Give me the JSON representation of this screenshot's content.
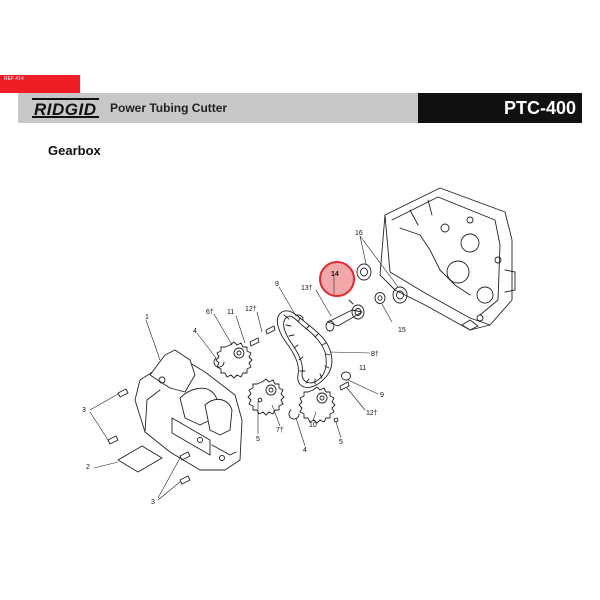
{
  "ref_tag": "REF #14",
  "header": {
    "brand": "RIDGID",
    "product": "Power Tubing Cutter",
    "model": "PTC-400"
  },
  "section_title": "Gearbox",
  "colors": {
    "ref_tag_bg": "#ee1c24",
    "highlight_fill": "#f2a8a8",
    "highlight_stroke": "#e8262e",
    "model_bg": "#111111",
    "header_bg": "#c8c8c8"
  },
  "callouts": {
    "c1": "1",
    "c2": "2",
    "c3a": "3",
    "c3b": "3",
    "c4a": "4",
    "c4b": "4",
    "c5a": "5",
    "c5b": "5",
    "c6": "6†",
    "c7": "7†",
    "c8": "8†",
    "c9a": "9",
    "c9b": "9",
    "c10": "10",
    "c11a": "11",
    "c11b": "11",
    "c12a": "12†",
    "c12b": "12†",
    "c13": "13†",
    "c14": "14",
    "c15": "15",
    "c16": "16"
  },
  "highlighted_part": "14"
}
